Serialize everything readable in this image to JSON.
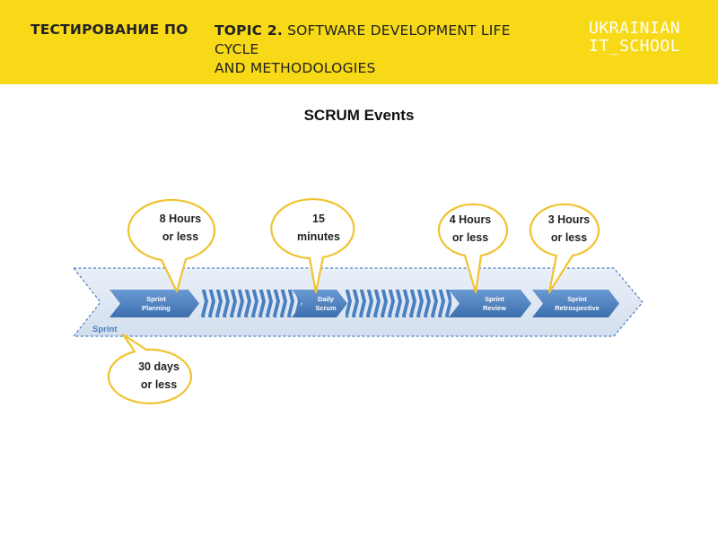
{
  "header": {
    "prefix": "ТЕСТИРОВАНИЕ ПО",
    "topic_label": "TOPIC 2.",
    "title_line1": "SOFTWARE DEVELOPMENT LIFE",
    "title_line2": "CYCLE",
    "title_line3": "AND METHODOLOGIES"
  },
  "logo": {
    "line1": "UKRAINIAN",
    "line2": "IT_SCHOOL"
  },
  "subtitle": "SCRUM Events",
  "diagram": {
    "sprint_label": "Sprint",
    "events": [
      {
        "line1": "Sprint",
        "line2": "Planning"
      },
      {
        "line1": "Daily",
        "line2": "Scrum"
      },
      {
        "line1": "Sprint",
        "line2": "Review"
      },
      {
        "line1": "Sprint",
        "line2": "Retrospective"
      }
    ],
    "bubbles": [
      {
        "line1": "8 Hours",
        "line2": "or less"
      },
      {
        "line1": "15",
        "line2": "minutes"
      },
      {
        "line1": "4 Hours",
        "line2": "or less"
      },
      {
        "line1": "3 Hours",
        "line2": "or less"
      },
      {
        "line1": "30 days",
        "line2": "or less"
      }
    ]
  },
  "colors": {
    "header_bg": "#f7d917",
    "arrow_blue": "#4a7fc1",
    "band_fill": "#dce6f2",
    "bubble_stroke": "#f0c330"
  }
}
